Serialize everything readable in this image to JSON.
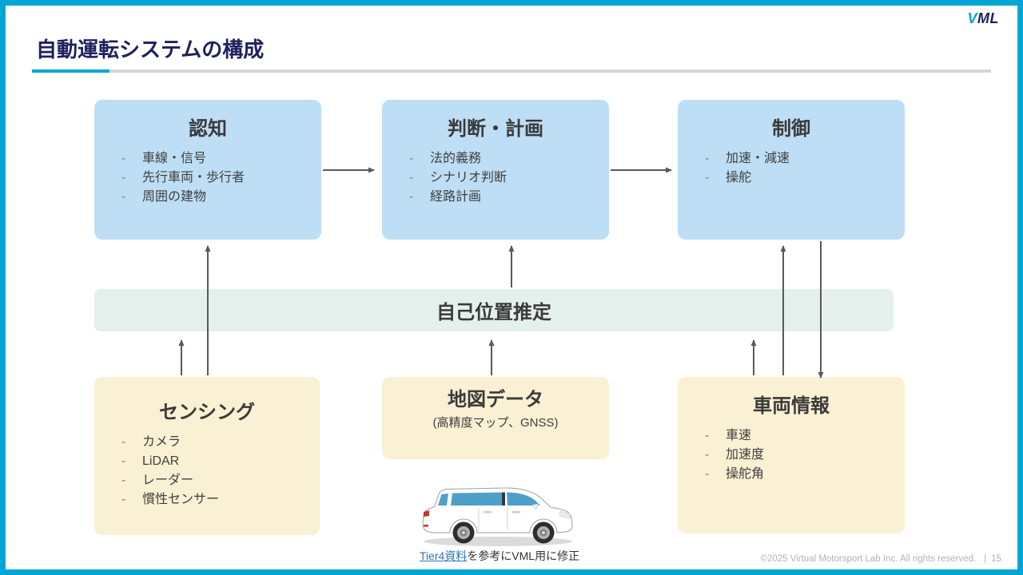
{
  "brand": {
    "logo_v": "V",
    "logo_ml": "ML"
  },
  "title": "自動運転システムの構成",
  "diagram": {
    "top_boxes": [
      {
        "title": "認知",
        "items": [
          "車線・信号",
          "先行車両・歩行者",
          "周囲の建物"
        ]
      },
      {
        "title": "判断・計画",
        "items": [
          "法的義務",
          "シナリオ判断",
          "経路計画"
        ]
      },
      {
        "title": "制御",
        "items": [
          "加速・減速",
          "操舵"
        ]
      }
    ],
    "band": {
      "label": "自己位置推定"
    },
    "bottom_boxes": [
      {
        "title": "センシング",
        "items": [
          "カメラ",
          "LiDAR",
          "レーダー",
          "慣性センサー"
        ]
      },
      {
        "title": "地図データ",
        "subtitle": "(高精度マップ、GNSS)"
      },
      {
        "title": "車両情報",
        "items": [
          "車速",
          "加速度",
          "操舵角"
        ]
      }
    ]
  },
  "footer": {
    "source_link": "Tier4資料",
    "source_rest": "を参考にVML用に修正",
    "copyright": "©2025 Virtual Motorsport Lab Inc. All rights reserved.",
    "divider": "|",
    "page_number": "15"
  },
  "colors": {
    "accent_cyan": "#00A7D4",
    "navy": "#1F215E",
    "box_blue": "#BDDEF5",
    "box_cream": "#FAF0D3",
    "band_green": "#E4F0EB",
    "arrow_gray": "#595959",
    "link_blue": "#2E74B5"
  }
}
